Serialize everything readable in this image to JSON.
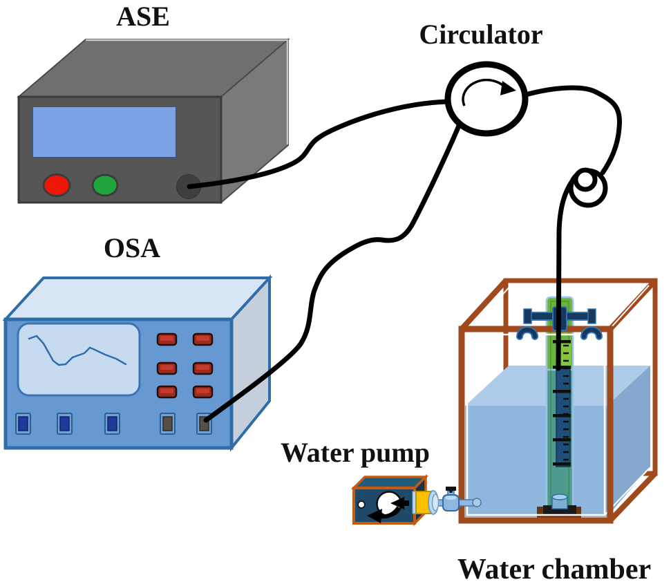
{
  "diagram": {
    "labels": {
      "ase": "ASE",
      "circulator": "Circulator",
      "osa": "OSA",
      "water_pump": "Water pump",
      "water_chamber": "Water chamber"
    },
    "icons": {
      "circulator_arrow": "clockwise-rotation-arrow",
      "pump_rotor": "rotation-arrows",
      "valve_handle": "tee-valve-handle"
    },
    "colors": {
      "fiber": "#000000",
      "label_text": "#111111",
      "ase_front": "#565656",
      "ase_top": "#6F6F6F",
      "ase_side": "#7A7A7A",
      "ase_screen": "#7CA1E4",
      "ase_button_red": "#EE1606",
      "ase_button_green": "#1FA53C",
      "ase_port": "#3F3F3F",
      "osa_front": "#6699D1",
      "osa_top": "#D8E5F4",
      "osa_side": "#C5CFDB",
      "osa_border": "#2E6DA8",
      "osa_screen": "#C6DAF0",
      "osa_trace": "#2E6DA8",
      "osa_key_red": "#9C2A1E",
      "osa_key_navy": "#1D3B9C",
      "osa_key_gray": "#564F46",
      "chamber_frame": "#A0491D",
      "water_front": "#8FB6DC",
      "water_surface": "#AECBEA",
      "water_side": "#85A9CE",
      "ruler_green": "#6CB33E",
      "ruler_teal": "#4E9B8F",
      "ruler_border": "#9DC3E6",
      "sensor_navy": "#1F4E79",
      "clamp_navy": "#17375E",
      "clamp_outline": "#2E75B6",
      "pump_body": "#1F4968",
      "pump_frame": "#C55A11",
      "connector_yellow": "#FFC000",
      "pipe_blue": "#8FB8DE"
    }
  }
}
